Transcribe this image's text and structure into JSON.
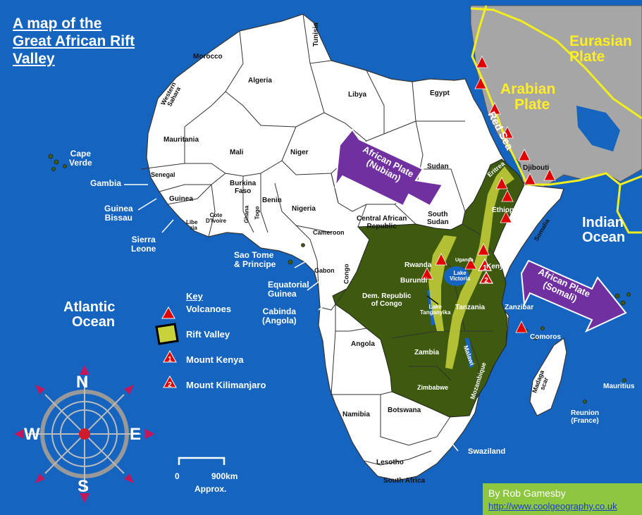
{
  "title": [
    "A map of the",
    "Great African Rift",
    "Valley"
  ],
  "oceans": {
    "atlantic": [
      "Atlantic",
      "Ocean"
    ],
    "indian": [
      "Indian",
      "Ocean"
    ],
    "red_sea": "Red Sea"
  },
  "plates": {
    "eurasian": [
      "Eurasian",
      "Plate"
    ],
    "arabian": [
      "Arabian",
      "Plate"
    ],
    "nubian": [
      "African Plate",
      "(Nubian)"
    ],
    "somali": [
      "African Plate",
      "(Somali)"
    ]
  },
  "countries": {
    "tunisia": "Tunisia",
    "morocco": "Morocco",
    "algeria": "Algeria",
    "libya": "Libya",
    "egypt": "Egypt",
    "western_sahara": [
      "Western",
      "Sahara"
    ],
    "mauritania": "Mauritania",
    "mali": "Mali",
    "niger": "Niger",
    "sudan": "Sudan",
    "eritrea": "Eritrea",
    "djibouti": "Djibouti",
    "senegal": "Senegal",
    "guinea": "Guinea",
    "burkina_faso": [
      "Burkina",
      "Faso"
    ],
    "benin": "Benin",
    "togo": "Togo",
    "ghana": "Ghana",
    "cote_divoire": [
      "Cote",
      "D'Ivoire"
    ],
    "liberia": [
      "Libe",
      "ria"
    ],
    "nigeria": "Nigeria",
    "cameroon": "Cameroon",
    "car": [
      "Central African",
      "Republic"
    ],
    "south_sudan": [
      "South",
      "Sudan"
    ],
    "ethiopia": "Ethiopia",
    "somalia": "Somalia",
    "gabon": "Gabon",
    "congo": "Congo",
    "uganda": "Uganda",
    "kenya": "Kenya",
    "rwanda": "Rwanda",
    "burundi": "Burundi",
    "drc": [
      "Dem. Republic",
      "of Congo"
    ],
    "tanzania": "Tanzania",
    "angola": "Angola",
    "zambia": "Zambia",
    "malawi": "Malawi",
    "mozambique": "Mozambique",
    "zimbabwe": "Zimbabwe",
    "namibia": "Namibia",
    "botswana": "Botswana",
    "lesotho": "Lesotho",
    "south_africa": "South Africa",
    "madagascar": [
      "Madaga",
      "scar"
    ]
  },
  "lakes": {
    "victoria": [
      "Lake",
      "Victoria"
    ],
    "tanganyika": [
      "Lake",
      "Tanganyika"
    ]
  },
  "islands": {
    "cape_verde": [
      "Cape",
      "Verde"
    ],
    "gambia": "Gambia",
    "guinea_bissau": [
      "Guinea",
      "Bissau"
    ],
    "sierra_leone": [
      "Sierra",
      "Leone"
    ],
    "sao_tome": [
      "Sao Tome",
      "& Principe"
    ],
    "equatorial_guinea": [
      "Equatorial",
      "Guinea"
    ],
    "cabinda": [
      "Cabinda",
      "(Angola)"
    ],
    "zanzibar": "Zanzibar",
    "comoros": "Comoros",
    "mauritius": "Mauritius",
    "reunion": [
      "Reunion",
      "(France)"
    ],
    "swaziland": "Swaziland"
  },
  "key": {
    "heading": "Key",
    "volcanoes": "Volcanoes",
    "rift_valley": "Rift Valley",
    "mount_kenya": "Mount Kenya",
    "mount_kilimanjaro": "Mount Kilimanjaro"
  },
  "marker_numbers": {
    "kenya": "1",
    "kilimanjaro": "2"
  },
  "scale": {
    "start": "0",
    "end": "900km",
    "note": "Approx."
  },
  "compass": {
    "n": "N",
    "s": "S",
    "e": "E",
    "w": "W"
  },
  "credit": {
    "author": "By Rob Gamesby",
    "url": "http://www.coolgeography.co.uk"
  },
  "colors": {
    "ocean": "#1565c0",
    "land": "#ffffff",
    "rift_countries": "#3d5a0f",
    "rift_valley": "#c8d23a",
    "plate_boundary": "#f2ee1e",
    "plate_label": "#ffee22",
    "arrow": "#7030a0",
    "volcano": "#e00000",
    "eurasia": "#a6a6a6"
  }
}
